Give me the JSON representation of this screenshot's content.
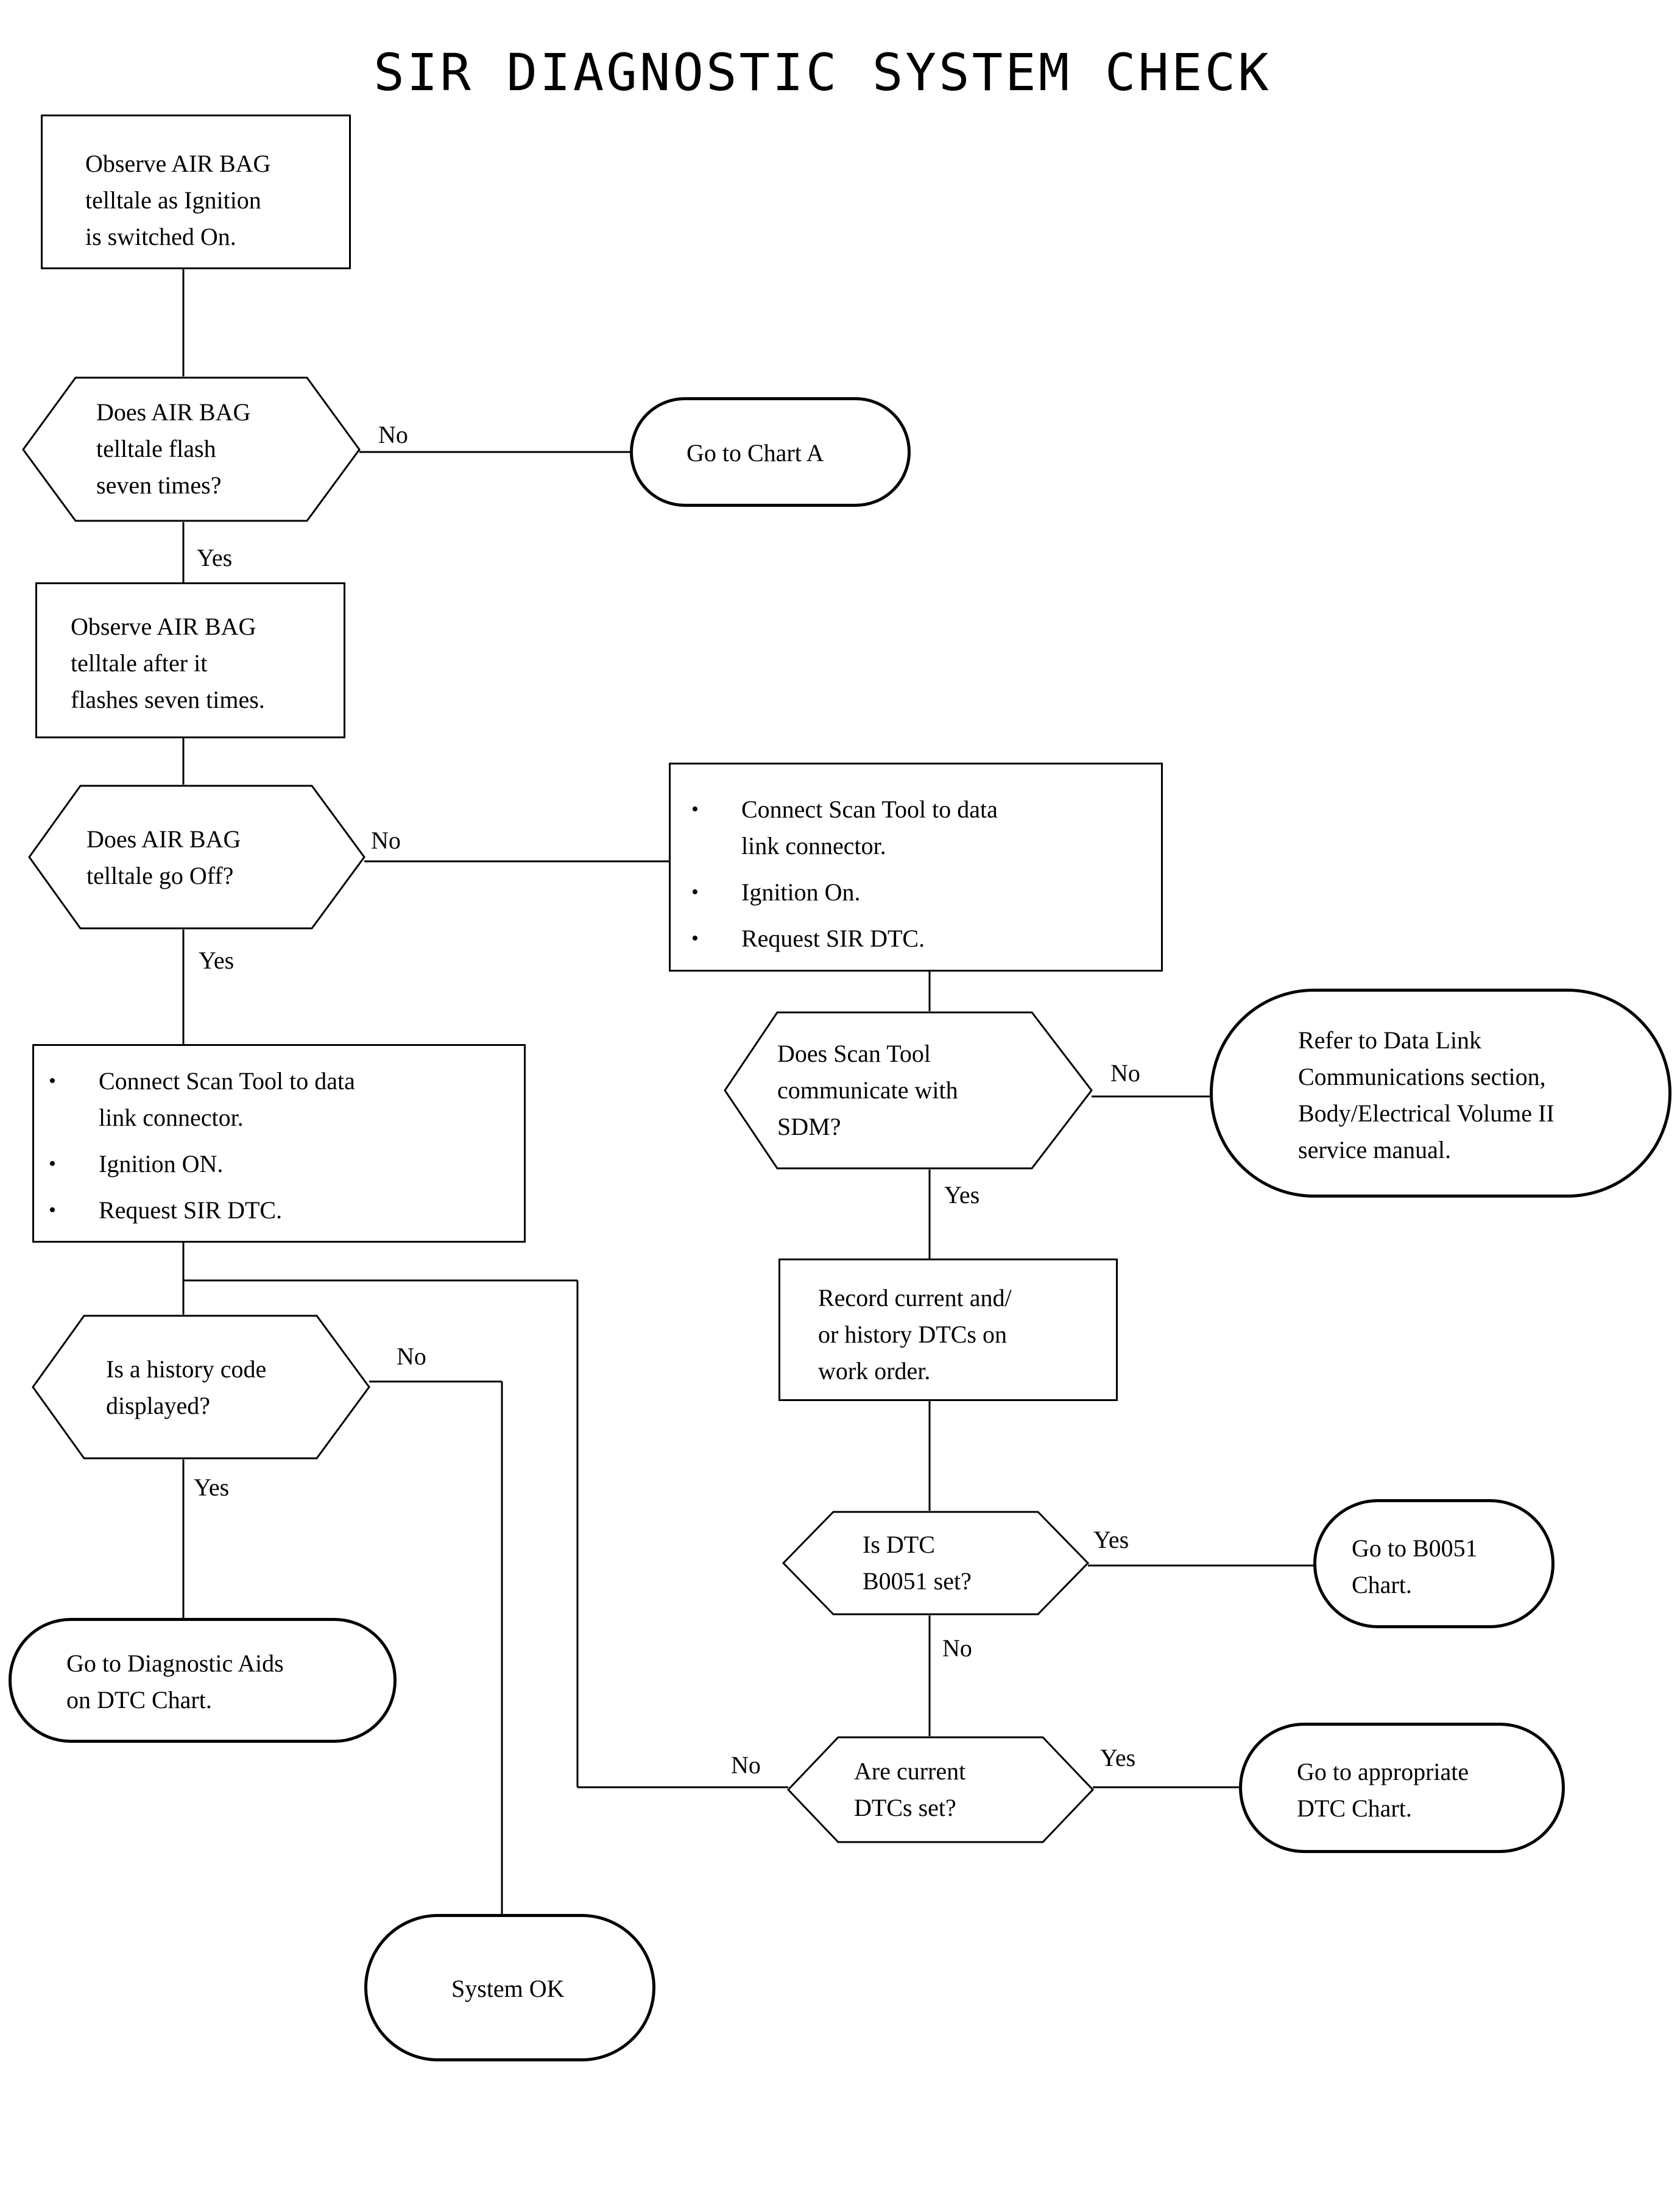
{
  "title": "SIR DIAGNOSTIC SYSTEM CHECK",
  "nodes": {
    "observe_on": "Observe AIR BAG\ntelltale as Ignition\nis switched On.",
    "flash_seven": "Does AIR BAG\ntelltale flash\nseven times?",
    "go_chart_a": "Go to Chart A",
    "observe_after": "Observe AIR BAG\ntelltale after it\nflashes seven times.",
    "go_off": "Does AIR BAG\ntelltale go Off?",
    "right_steps": [
      "Connect Scan Tool to data\nlink connector.",
      "Ignition On.",
      "Request SIR DTC."
    ],
    "left_steps": [
      "Connect Scan Tool to data\nlink connector.",
      "Ignition ON.",
      "Request SIR DTC."
    ],
    "bullet": "•",
    "scan_comm": "Does Scan Tool\ncommunicate with\nSDM?",
    "refer_data_link": "Refer to Data Link\nCommunications section,\nBody/Electrical Volume II\nservice manual.",
    "record_dtcs": "Record current and/\nor history DTCs on\nwork order.",
    "history_code": "Is a history code\ndisplayed?",
    "dtc_b0051": "Is DTC\nB0051 set?",
    "go_b0051": "Go to B0051\nChart.",
    "diag_aids": "Go to Diagnostic Aids\non DTC Chart.",
    "current_dtcs": "Are current\nDTCs set?",
    "go_appropriate": "Go to appropriate\nDTC Chart.",
    "system_ok": "System OK"
  },
  "labels": {
    "no_1": "No",
    "yes_1": "Yes",
    "no_2": "No",
    "yes_2": "Yes",
    "no_3": "No",
    "yes_3": "Yes",
    "no_4": "No",
    "yes_4": "Yes",
    "yes_5": "Yes",
    "no_5": "No",
    "no_6": "No",
    "yes_6": "Yes"
  }
}
